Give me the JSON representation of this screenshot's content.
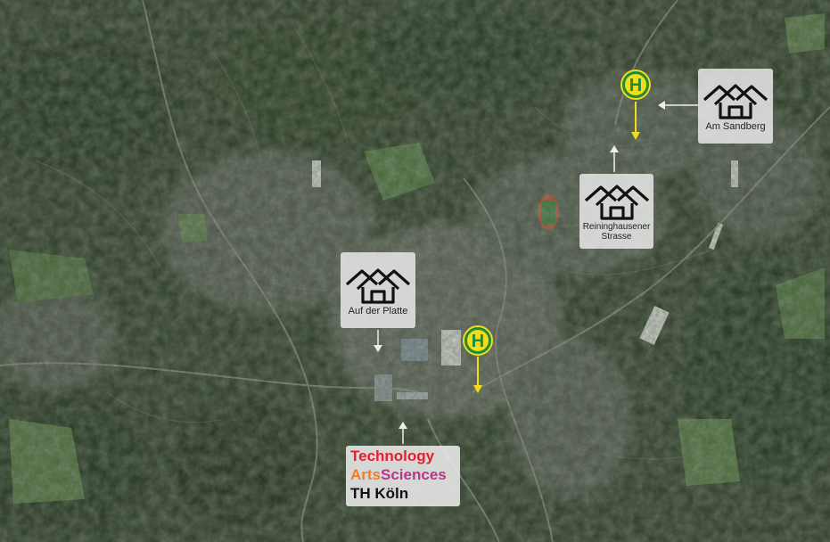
{
  "map": {
    "places": [
      {
        "name": "Am Sandberg",
        "icon": "houses-icon"
      },
      {
        "name": "Reininghausener Strasse",
        "icon": "houses-icon"
      },
      {
        "name": "Auf der Platte",
        "icon": "houses-icon"
      }
    ],
    "bus_stops": [
      {
        "label": "H",
        "icon": "bus-stop-icon"
      },
      {
        "label": "H",
        "icon": "bus-stop-icon"
      }
    ],
    "logo": {
      "line1": "Technology",
      "line2a": "Arts",
      "line2b": "Sciences",
      "line3": "TH Köln"
    },
    "colors": {
      "stop_fill": "#f2dc1c",
      "stop_ring": "#1d8c3a",
      "technology": "#e5202e",
      "arts": "#f07e26",
      "sciences": "#b9358f",
      "card_bg": "#ebebeb"
    }
  }
}
